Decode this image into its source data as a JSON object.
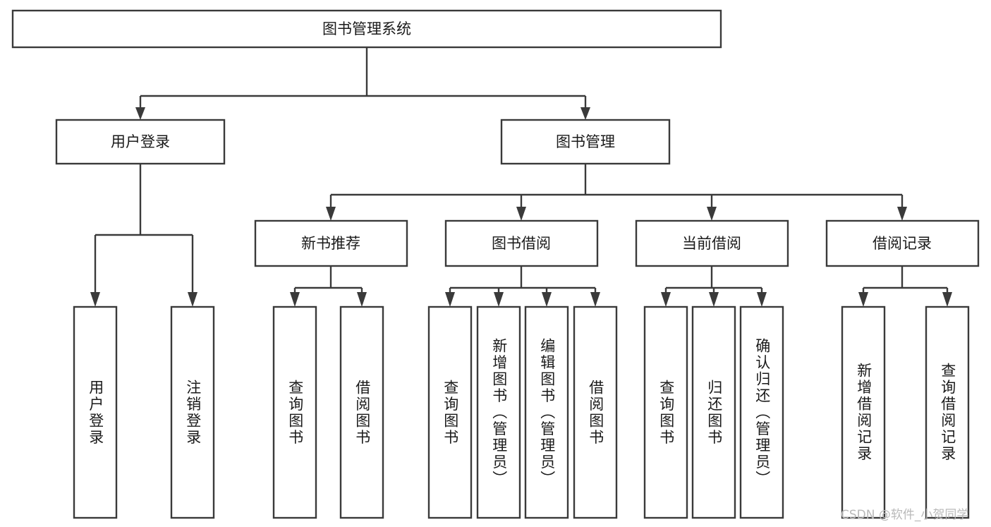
{
  "diagram": {
    "type": "tree",
    "title_node": {
      "id": "root",
      "label": "图书管理系统",
      "orientation": "horizontal"
    },
    "level2": [
      {
        "id": "user-login",
        "label": "用户登录",
        "orientation": "horizontal"
      },
      {
        "id": "book-management",
        "label": "图书管理",
        "orientation": "horizontal"
      }
    ],
    "level3": [
      {
        "id": "new-book-recommend",
        "label": "新书推荐",
        "orientation": "horizontal",
        "parent": "book-management"
      },
      {
        "id": "book-borrow",
        "label": "图书借阅",
        "orientation": "horizontal",
        "parent": "book-management"
      },
      {
        "id": "current-borrow",
        "label": "当前借阅",
        "orientation": "horizontal",
        "parent": "book-management"
      },
      {
        "id": "borrow-record",
        "label": "借阅记录",
        "orientation": "horizontal",
        "parent": "book-management"
      }
    ],
    "leaves": [
      {
        "id": "leaf-user-login",
        "label": "用户登录",
        "orientation": "vertical",
        "parent": "user-login"
      },
      {
        "id": "leaf-logout-login",
        "label": "注销登录",
        "orientation": "vertical",
        "parent": "user-login"
      },
      {
        "id": "leaf-query-book-1",
        "label": "查询图书",
        "orientation": "vertical",
        "parent": "new-book-recommend"
      },
      {
        "id": "leaf-borrow-book-1",
        "label": "借阅图书",
        "orientation": "vertical",
        "parent": "new-book-recommend"
      },
      {
        "id": "leaf-query-book-2",
        "label": "查询图书",
        "orientation": "vertical",
        "parent": "book-borrow"
      },
      {
        "id": "leaf-add-book",
        "label": "新增图书（管理员）",
        "orientation": "vertical",
        "parent": "book-borrow"
      },
      {
        "id": "leaf-edit-book",
        "label": "编辑图书（管理员）",
        "orientation": "vertical",
        "parent": "book-borrow"
      },
      {
        "id": "leaf-borrow-book-2",
        "label": "借阅图书",
        "orientation": "vertical",
        "parent": "book-borrow"
      },
      {
        "id": "leaf-query-book-3",
        "label": "查询图书",
        "orientation": "vertical",
        "parent": "current-borrow"
      },
      {
        "id": "leaf-return-book",
        "label": "归还图书",
        "orientation": "vertical",
        "parent": "current-borrow"
      },
      {
        "id": "leaf-confirm-return",
        "label": "确认归还（管理员）",
        "orientation": "vertical",
        "parent": "current-borrow"
      },
      {
        "id": "leaf-add-record",
        "label": "新增借阅记录",
        "orientation": "vertical",
        "parent": "borrow-record"
      },
      {
        "id": "leaf-query-record",
        "label": "查询借阅记录",
        "orientation": "vertical",
        "parent": "borrow-record"
      }
    ],
    "colors": {
      "stroke": "#3a3a3a",
      "fill": "#ffffff",
      "text": "#1a1a1a",
      "watermark": "#b9b9b9"
    }
  },
  "watermark": {
    "text": "CSDN @软件_小贺同学"
  }
}
